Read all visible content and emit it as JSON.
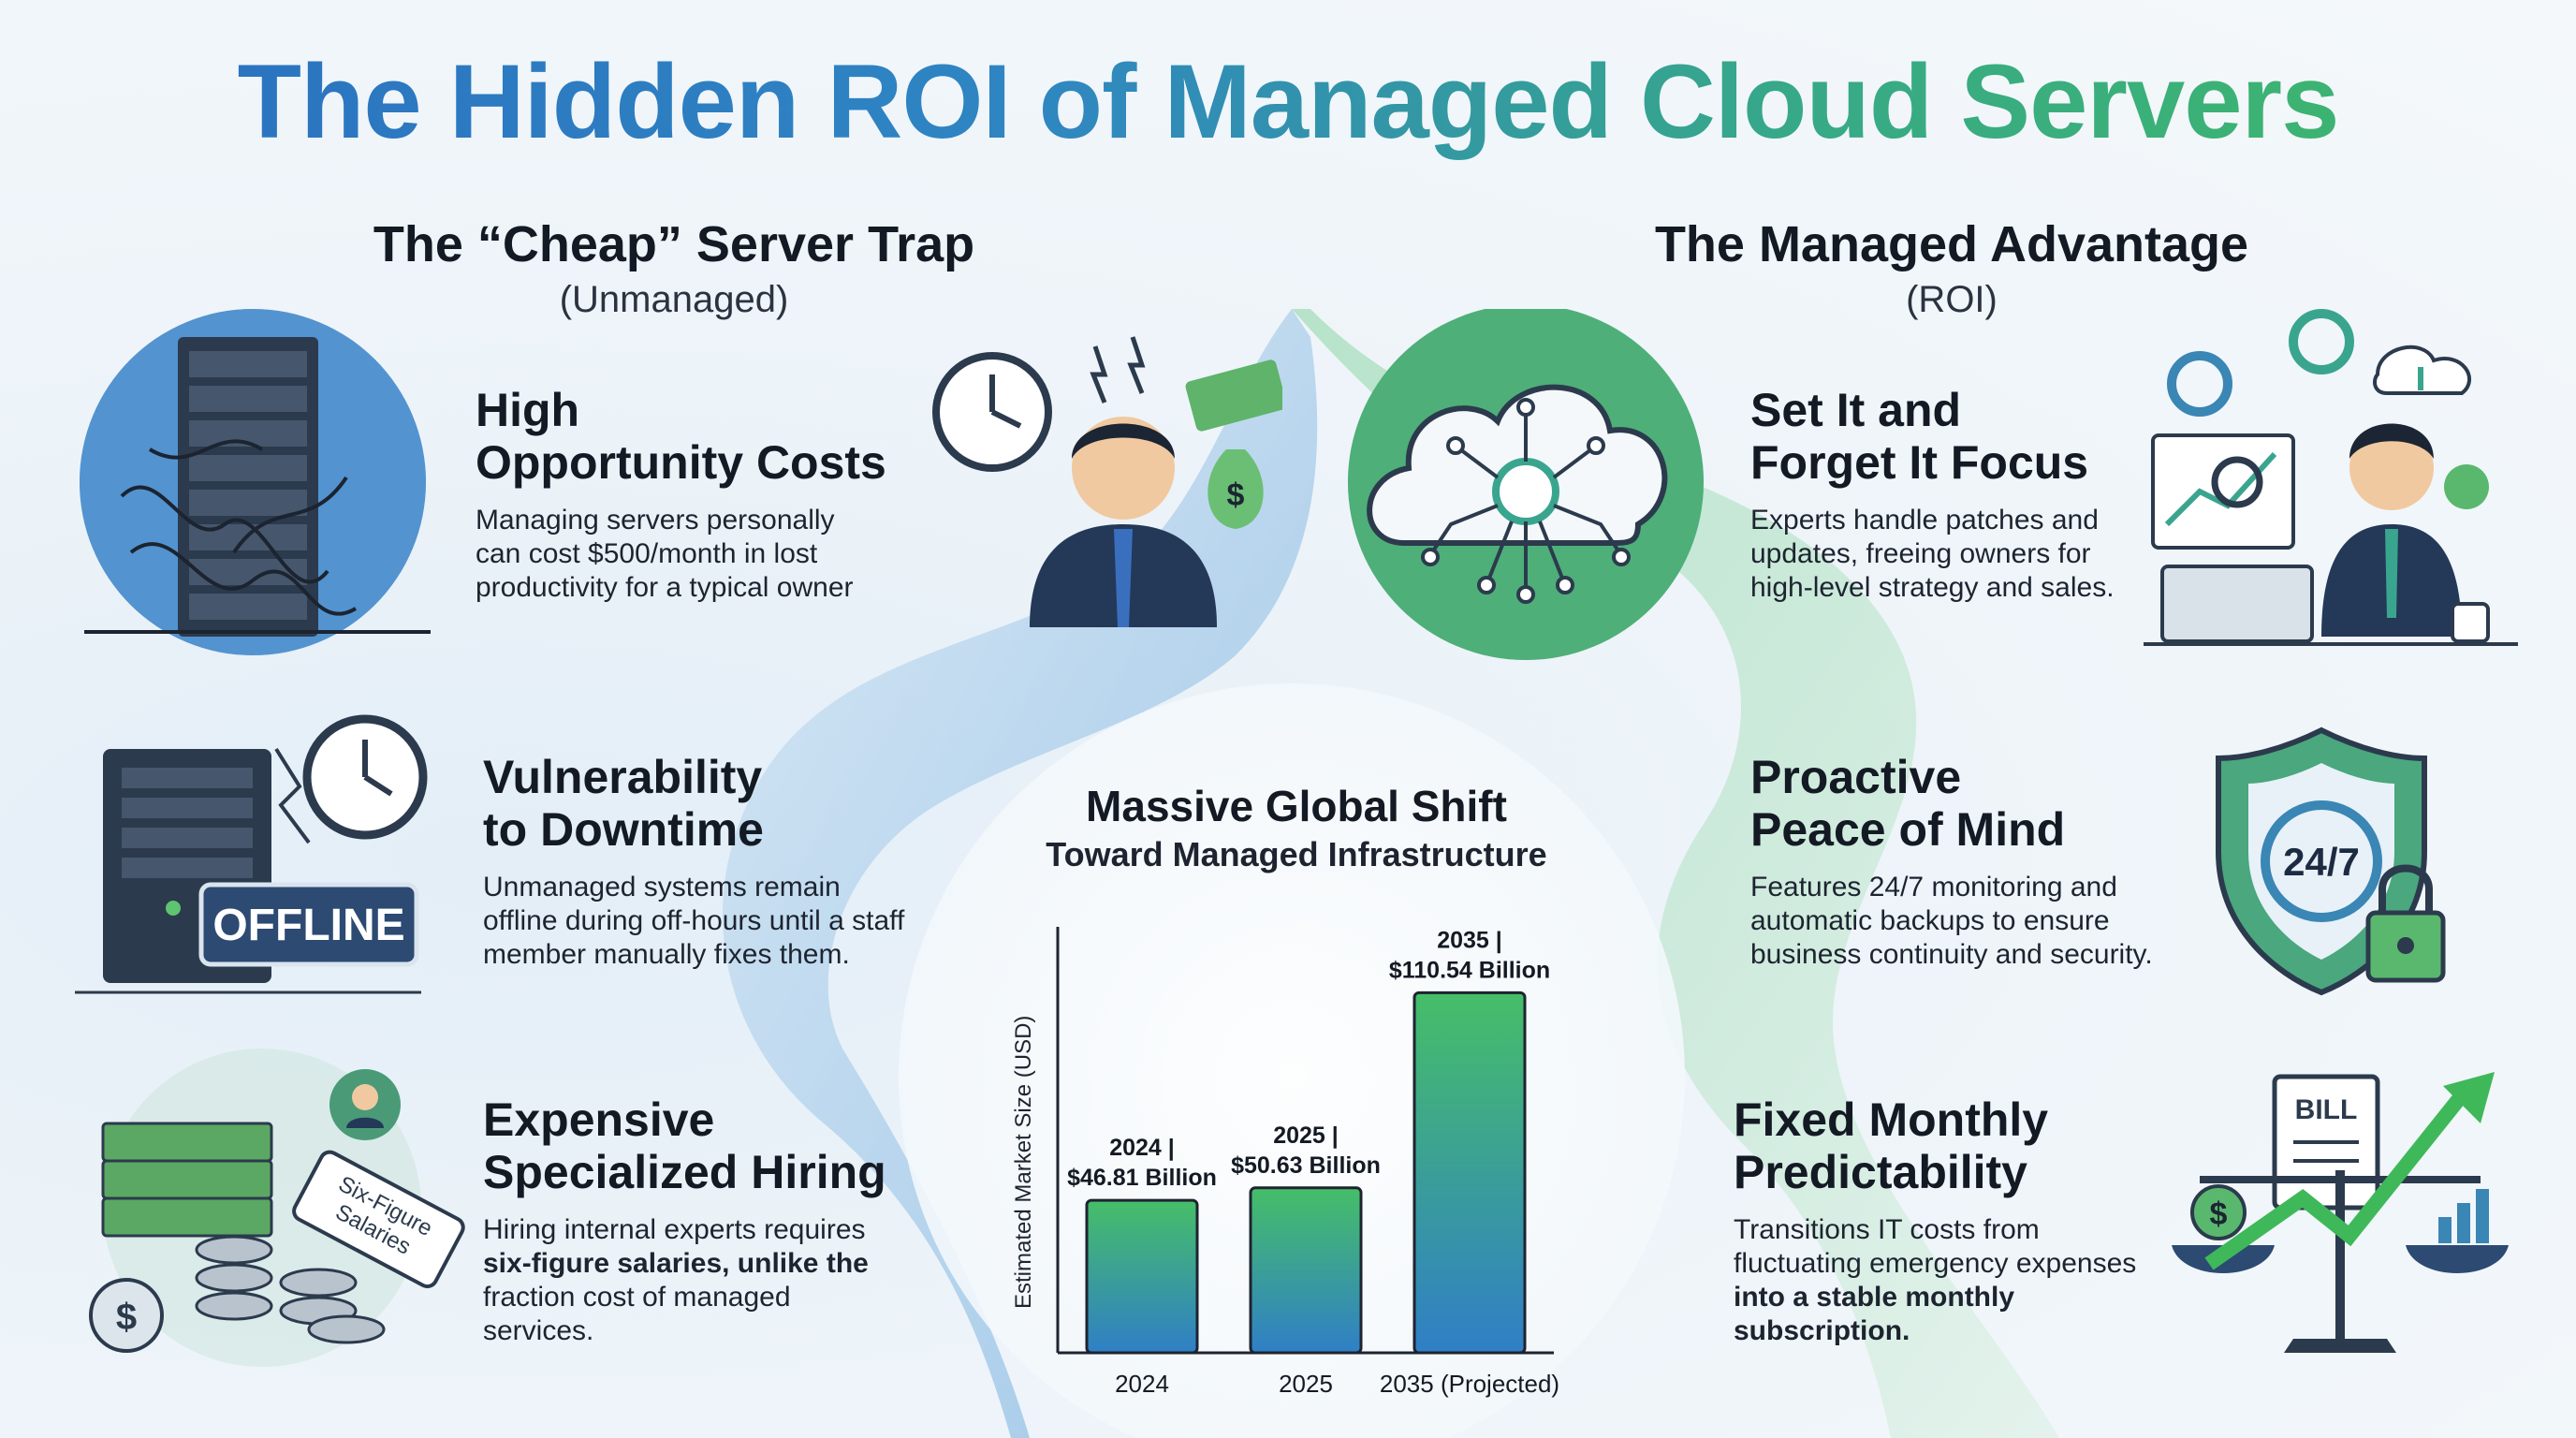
{
  "title": "The Hidden ROI of Managed Cloud Servers",
  "left": {
    "heading": "The “Cheap” Server Trap",
    "subheading": "(Unmanaged)",
    "items": [
      {
        "title_lines": [
          "High",
          "Opportunity Costs"
        ],
        "body_lines": [
          "Managing servers personally",
          "can cost $500/month in lost",
          "productivity for a typical owner"
        ]
      },
      {
        "title_lines": [
          "Vulnerability",
          "to Downtime"
        ],
        "body_lines": [
          "Unmanaged systems remain",
          "offline during off-hours until a staff",
          "member manually fixes them."
        ]
      },
      {
        "title_lines": [
          "Expensive",
          "Specialized Hiring"
        ],
        "body_lines": [
          "Hiring internal experts requires",
          "six-figure salaries, unlike the",
          "fraction cost of managed",
          "services."
        ]
      }
    ],
    "offline_sign": "OFFLINE",
    "price_tag": [
      "Six-Figure",
      "Salaries"
    ]
  },
  "right": {
    "heading": "The Managed Advantage",
    "subheading": "(ROI)",
    "items": [
      {
        "title_lines": [
          "Set It and",
          "Forget It Focus"
        ],
        "body_lines": [
          "Experts handle patches and",
          "updates, freeing owners for",
          "high-level strategy and sales."
        ]
      },
      {
        "title_lines": [
          "Proactive",
          "Peace of Mind"
        ],
        "body_lines": [
          "Features 24/7 monitoring and",
          "automatic backups to ensure",
          "business continuity and security."
        ]
      },
      {
        "title_lines": [
          "Fixed Monthly",
          "Predictability"
        ],
        "body_lines": [
          "Transitions IT costs from",
          "fluctuating emergency expenses",
          "into a stable monthly",
          "subscription."
        ]
      }
    ],
    "shield_text": "24/7",
    "bill_text": "BILL"
  },
  "chart_data": {
    "type": "bar",
    "title": "Massive Global Shift",
    "subtitle": "Toward Managed Infrastructure",
    "ylabel": "Estimated Market Size (USD)",
    "categories": [
      "2024",
      "2025",
      "2035 (Projected)"
    ],
    "values": [
      46.81,
      50.63,
      110.54
    ],
    "value_labels": [
      [
        "2024 |",
        "$46.81 Billion"
      ],
      [
        "2025 |",
        "$50.63 Billion"
      ],
      [
        "2035 |",
        "$110.54 Billion"
      ]
    ],
    "unit": "Billion USD",
    "ylim": [
      0,
      125
    ],
    "colors": [
      "#2f7fc6",
      "#3aa58e",
      "#44b865"
    ]
  }
}
